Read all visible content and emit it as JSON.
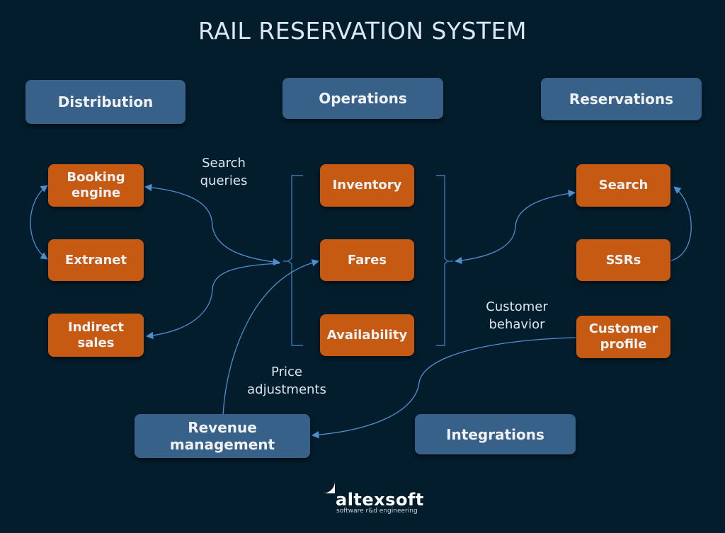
{
  "title": "RAIL RESERVATION SYSTEM",
  "categories": {
    "distribution": "Distribution",
    "operations": "Operations",
    "reservations": "Reservations",
    "revenue_management": "Revenue\nmanagement",
    "integrations": "Integrations"
  },
  "distribution_items": {
    "booking_engine": "Booking\nengine",
    "extranet": "Extranet",
    "indirect_sales": "Indirect\nsales"
  },
  "operations_items": {
    "inventory": "Inventory",
    "fares": "Fares",
    "availability": "Availability"
  },
  "reservations_items": {
    "search": "Search",
    "ssrs": "SSRs",
    "customer_profile": "Customer\nprofile"
  },
  "flow_labels": {
    "search_queries": "Search\nqueries",
    "price_adjustments": "Price\nadjustments",
    "customer_behavior": "Customer\nbehavior"
  },
  "colors": {
    "background": "#031d2d",
    "category_box": "#376189",
    "component_box": "#c65a12",
    "connector": "#4f8fcf"
  },
  "branding": {
    "name": "altexsoft",
    "tagline": "software r&d engineering"
  }
}
